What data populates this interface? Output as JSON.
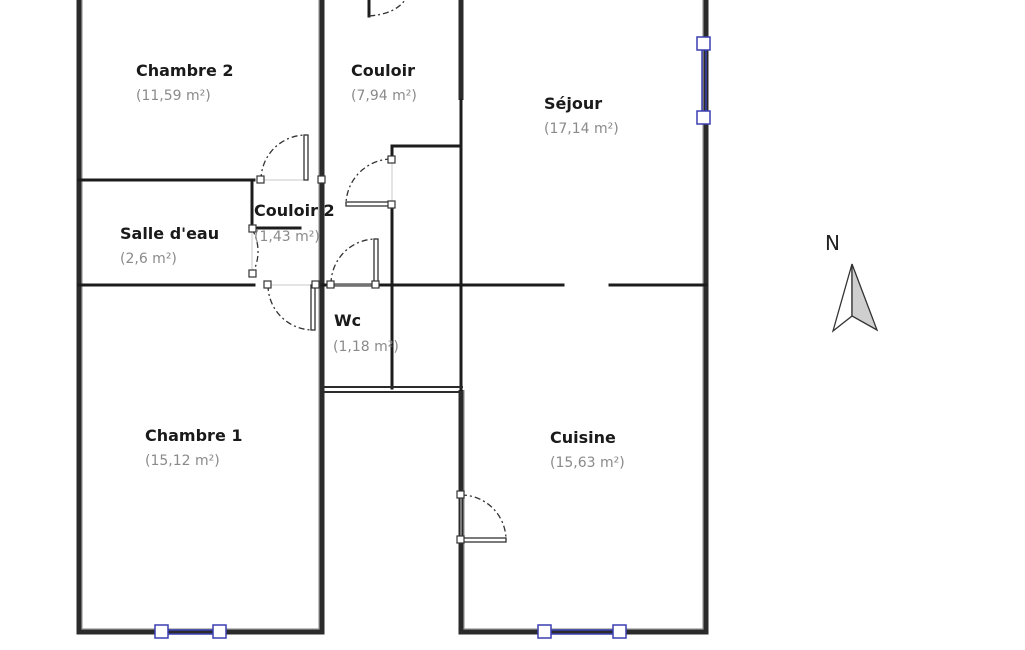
{
  "rooms": [
    {
      "id": "chambre2",
      "name": "Chambre 2",
      "area": "(11,59 m²)"
    },
    {
      "id": "couloir",
      "name": "Couloir",
      "area": "(7,94 m²)"
    },
    {
      "id": "sejour",
      "name": "Séjour",
      "area": "(17,14 m²)"
    },
    {
      "id": "salle_deau",
      "name": "Salle d'eau",
      "area": "(2,6 m²)"
    },
    {
      "id": "couloir2",
      "name": "Couloir 2",
      "area": "(1,43 m²)"
    },
    {
      "id": "wc",
      "name": "Wc",
      "area": "(1,18 m²)"
    },
    {
      "id": "chambre1",
      "name": "Chambre 1",
      "area": "(15,12 m²)"
    },
    {
      "id": "cuisine",
      "name": "Cuisine",
      "area": "(15,63 m²)"
    }
  ],
  "compass": {
    "label": "N"
  },
  "colors": {
    "wall": "#1c1c1c",
    "window": "#3a3fb0",
    "area_text": "#8a8a8a"
  }
}
